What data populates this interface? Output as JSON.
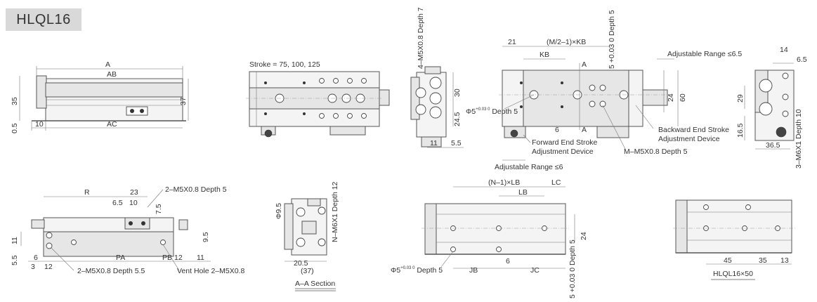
{
  "model_badge": "HLQL16",
  "stroke_note": "Stroke = 75, 100, 125",
  "side_view_top": {
    "A": "A",
    "AB": "AB",
    "AC": "AC",
    "h35": "35",
    "h37": "37",
    "h05": "0.5",
    "w10": "10"
  },
  "end_view_top": {
    "tap": "4–M5X0.8 Depth 7",
    "h30": "30",
    "h245": "24.5",
    "w11": "11",
    "w55": "5.5"
  },
  "plan_view": {
    "d21": "21",
    "mkb": "(M/2–1)×KB",
    "kb": "KB",
    "sectA_top": "A",
    "sectA_bot": "A",
    "pin": "Φ5",
    "pin_tol": "+0.03 0",
    "pin_depth": "Depth 5",
    "slot_depth": "5 +0.03 0 Depth 5",
    "adj_top": "Adjustable Range ≤6.5",
    "h24": "24",
    "h60": "60",
    "d6": "6",
    "backward1": "Backward End Stroke",
    "backward2": "Adjustment Device",
    "forward1": "Forward End Stroke",
    "forward2": "Adjustment Device",
    "mtap": "M–M5X0.8 Depth 5",
    "adj_bot": "Adjustable Range ≤6"
  },
  "end_view_right": {
    "w14": "14",
    "w65": "6.5",
    "h29": "29",
    "h165": "16.5",
    "w365": "36.5",
    "tap": "3–M6X1 Depth 10"
  },
  "side_view_bottom": {
    "R": "R",
    "d23": "23",
    "d65": "6.5",
    "d10": "10",
    "tap_top": "2–M5X0.8 Depth 5",
    "d75": "7.5",
    "d95": "9.5",
    "h11": "11",
    "h55": "5.5",
    "d6": "6",
    "d3": "3",
    "d12": "12",
    "PA": "PA",
    "PB": "PB",
    "d12b": "12",
    "d11": "11",
    "tap_bot": "2–M5X0.8 Depth 5.5",
    "vent": "Vent Hole 2–M5X0.8"
  },
  "section": {
    "tap": "N–M6X1 Depth 12",
    "dia": "Φ9.5",
    "w205": "20.5",
    "w37": "(37)",
    "title": "A–A Section"
  },
  "bottom_view": {
    "nlb": "(N–1)×LB",
    "lb": "LB",
    "lc": "LC",
    "h24": "24",
    "pin": "Φ5",
    "pin_tol": "+0.03 0",
    "pin_depth": "Depth 5",
    "jb": "JB",
    "d6": "6",
    "jc": "JC",
    "slot": "5 +0.03 0 Depth 5"
  },
  "example_view": {
    "d45": "45",
    "d35": "35",
    "d13": "13",
    "caption": "HLQL16×50"
  }
}
